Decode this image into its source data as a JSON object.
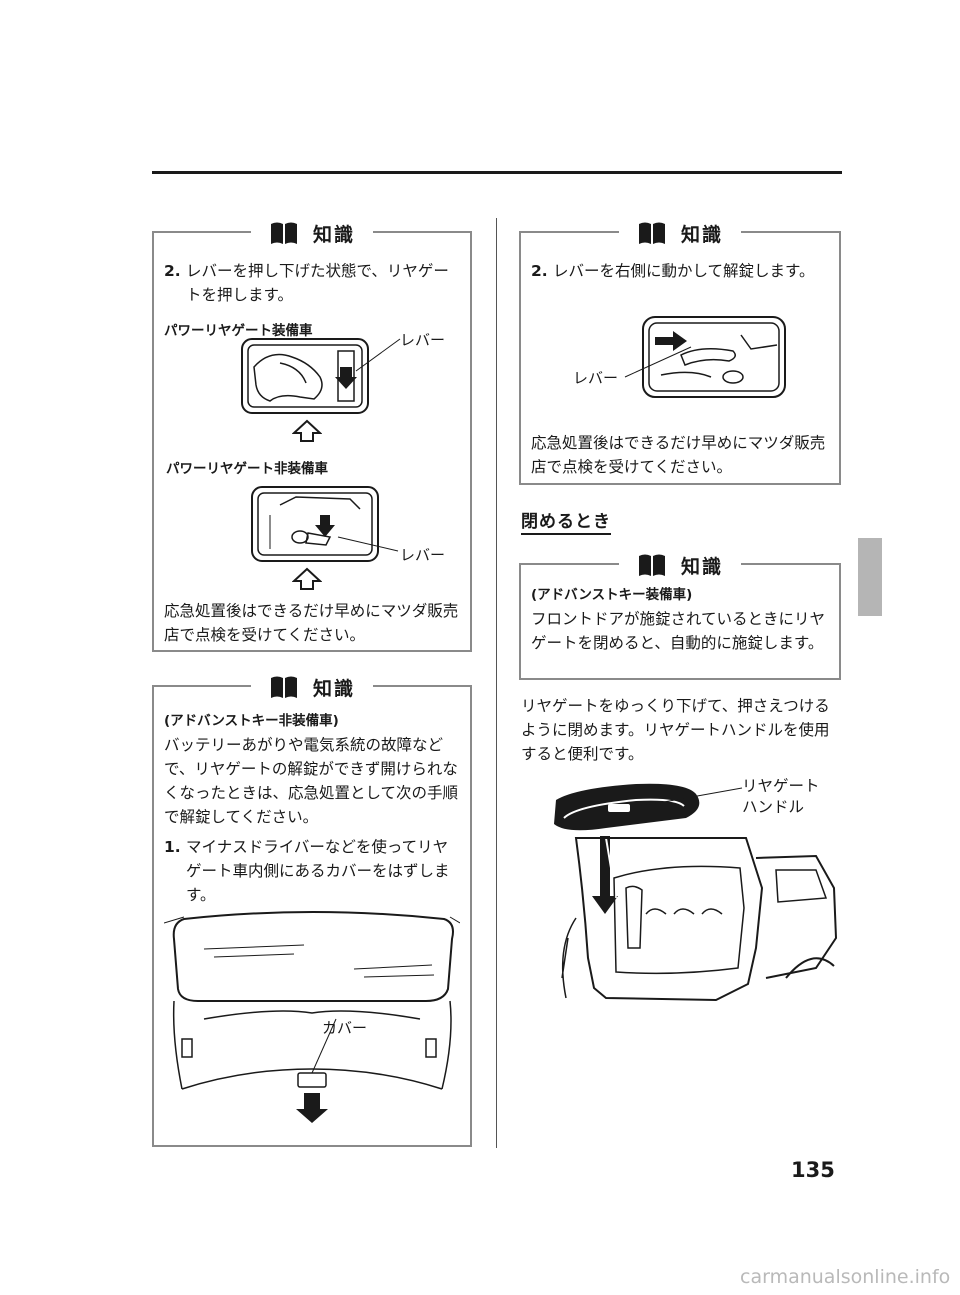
{
  "page_number": "135",
  "watermark": "carmanualsonline.info",
  "box_title": "知識",
  "box1": {
    "step_num": "2.",
    "step_text": "レバーを押し下げた状態で、リヤゲートを押します。",
    "sub1": "パワーリヤゲート装備車",
    "sub2": "パワーリヤゲート非装備車",
    "callout1": "レバー",
    "callout2": "レバー",
    "note": "応急処置後はできるだけ早めにマツダ販売店で点検を受けてください。"
  },
  "box2": {
    "sub": "(アドバンストキー非装備車)",
    "para": "バッテリーあがりや電気系統の故障などで、リヤゲートの解錠ができず開けられなくなったときは、応急処置として次の手順で解錠してください。",
    "step_num": "1.",
    "step_text": "マイナスドライバーなどを使ってリヤゲート車内側にあるカバーをはずします。",
    "callout": "カバー"
  },
  "box3": {
    "step_num": "2.",
    "step_text": "レバーを右側に動かして解錠します。",
    "callout": "レバー",
    "note": "応急処置後はできるだけ早めにマツダ販売店で点検を受けてください。"
  },
  "section_heading": "閉めるとき",
  "box4": {
    "sub": "(アドバンストキー装備車)",
    "para": "フロントドアが施錠されているときにリヤゲートを閉めると、自動的に施錠します。"
  },
  "closing_para": "リヤゲートをゆっくり下げて、押さえつけるように閉めます。リヤゲートハンドルを使用すると便利です。",
  "handle_label_line1": "リヤゲート",
  "handle_label_line2": "ハンドル"
}
